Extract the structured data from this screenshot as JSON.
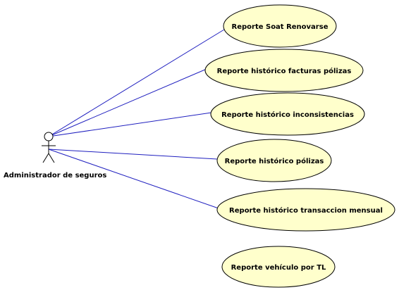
{
  "actor": {
    "name": "Administrador de seguros"
  },
  "use_cases": [
    {
      "id": "uc1",
      "label": "Reporte Soat Renovarse",
      "linked": true
    },
    {
      "id": "uc2",
      "label": "Reporte histórico facturas pólizas",
      "linked": true
    },
    {
      "id": "uc3",
      "label": "Reporte histórico inconsistencias",
      "linked": true
    },
    {
      "id": "uc4",
      "label": "Reporte histórico pólizas",
      "linked": true
    },
    {
      "id": "uc5",
      "label": "Reporte histórico transaccion mensual",
      "linked": true
    },
    {
      "id": "uc6",
      "label": "Reporte vehículo por TL",
      "linked": false
    }
  ],
  "colors": {
    "usecase_fill": "#ffffcc",
    "association_line": "#1f1fbf",
    "outline": "#000000"
  }
}
